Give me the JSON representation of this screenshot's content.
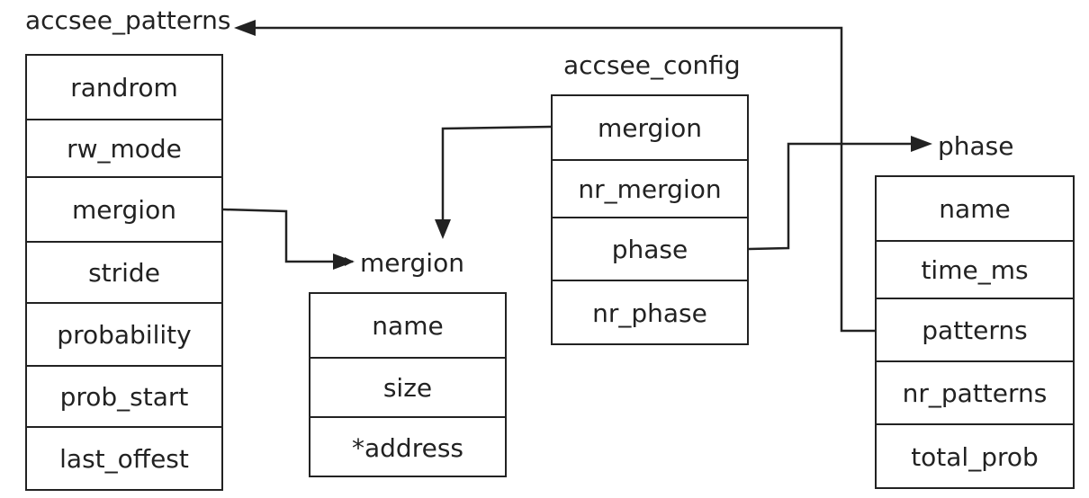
{
  "structs": {
    "patterns": {
      "title": "accsee_patterns",
      "fields": [
        "randrom",
        "rw_mode",
        "mergion",
        "stride",
        "probability",
        "prob_start",
        "last_offest"
      ]
    },
    "mergion": {
      "title": "mergion",
      "fields": [
        "name",
        "size",
        "*address"
      ]
    },
    "config": {
      "title": "accsee_config",
      "fields": [
        "mergion",
        "nr_mergion",
        "phase",
        "nr_phase"
      ]
    },
    "phase": {
      "title": "phase",
      "fields": [
        "name",
        "time_ms",
        "patterns",
        "nr_patterns",
        "total_prob"
      ]
    }
  }
}
